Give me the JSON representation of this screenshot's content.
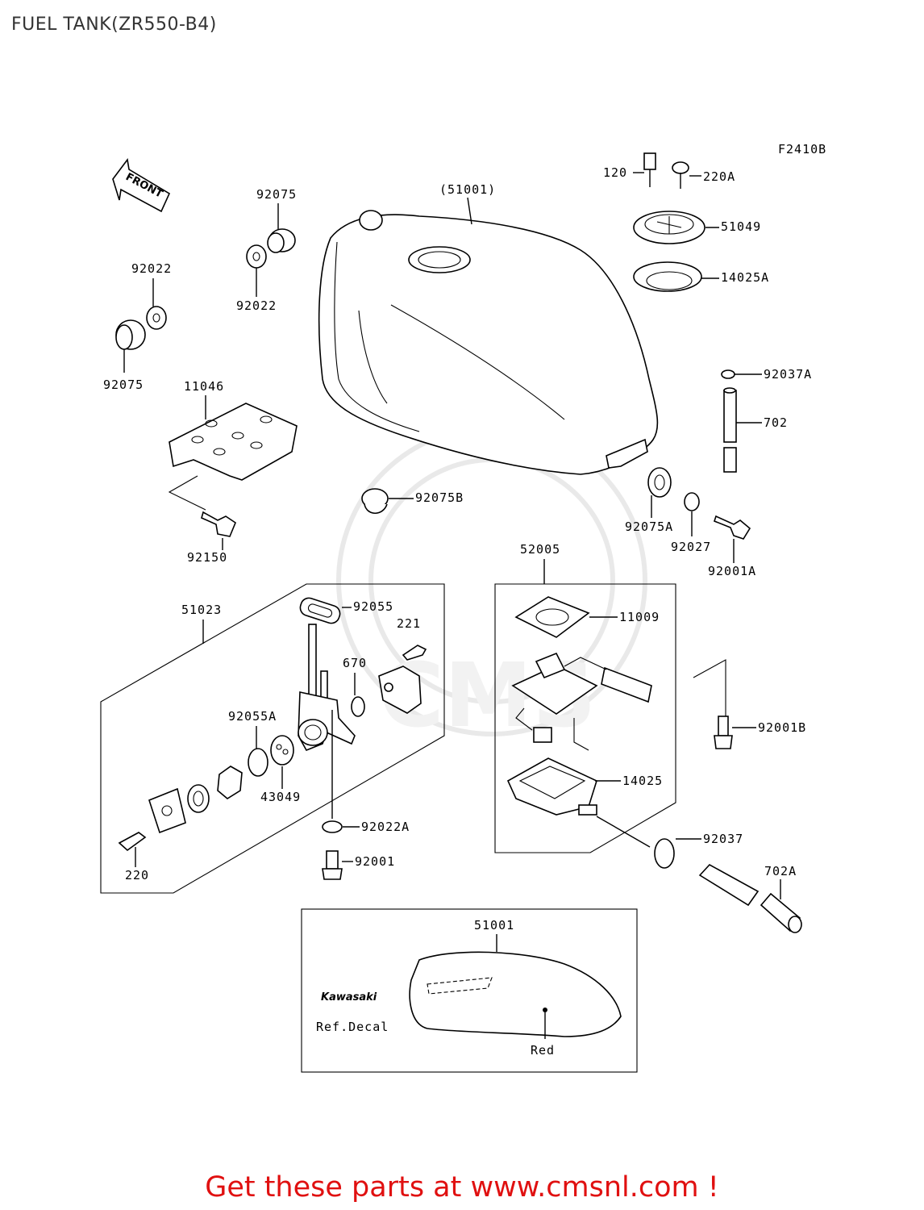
{
  "page_title": "FUEL TANK(ZR550-B4)",
  "figure_code": "F2410B",
  "front_arrow_text": "FRONT",
  "labels": {
    "p51001_ref": "(51001)",
    "p120": "120",
    "p220A": "220A",
    "p51049": "51049",
    "p14025A": "14025A",
    "p92075_top": "92075",
    "p92022_top": "92022",
    "p92022_left": "92022",
    "p92075_left": "92075",
    "p11046": "11046",
    "p92037A": "92037A",
    "p702": "702",
    "p92075B": "92075B",
    "p92075A": "92075A",
    "p92027": "92027",
    "p92001A": "92001A",
    "p92150": "92150",
    "p52005": "52005",
    "p51023": "51023",
    "p92055": "92055",
    "p221": "221",
    "p670": "670",
    "p92055A": "92055A",
    "p43049": "43049",
    "p11009": "11009",
    "p92001B": "92001B",
    "p14025": "14025",
    "p92022A": "92022A",
    "p92037": "92037",
    "p220": "220",
    "p92001": "92001",
    "p702A": "702A",
    "p51001": "51001",
    "ref_decal": "Ref.Decal",
    "decal_brand": "Kawasaki",
    "color_red": "Red"
  },
  "footer_text": "Get these parts at www.cmsnl.com !",
  "colors": {
    "footer": "#e01010",
    "lines": "#000000",
    "title": "#333333"
  }
}
